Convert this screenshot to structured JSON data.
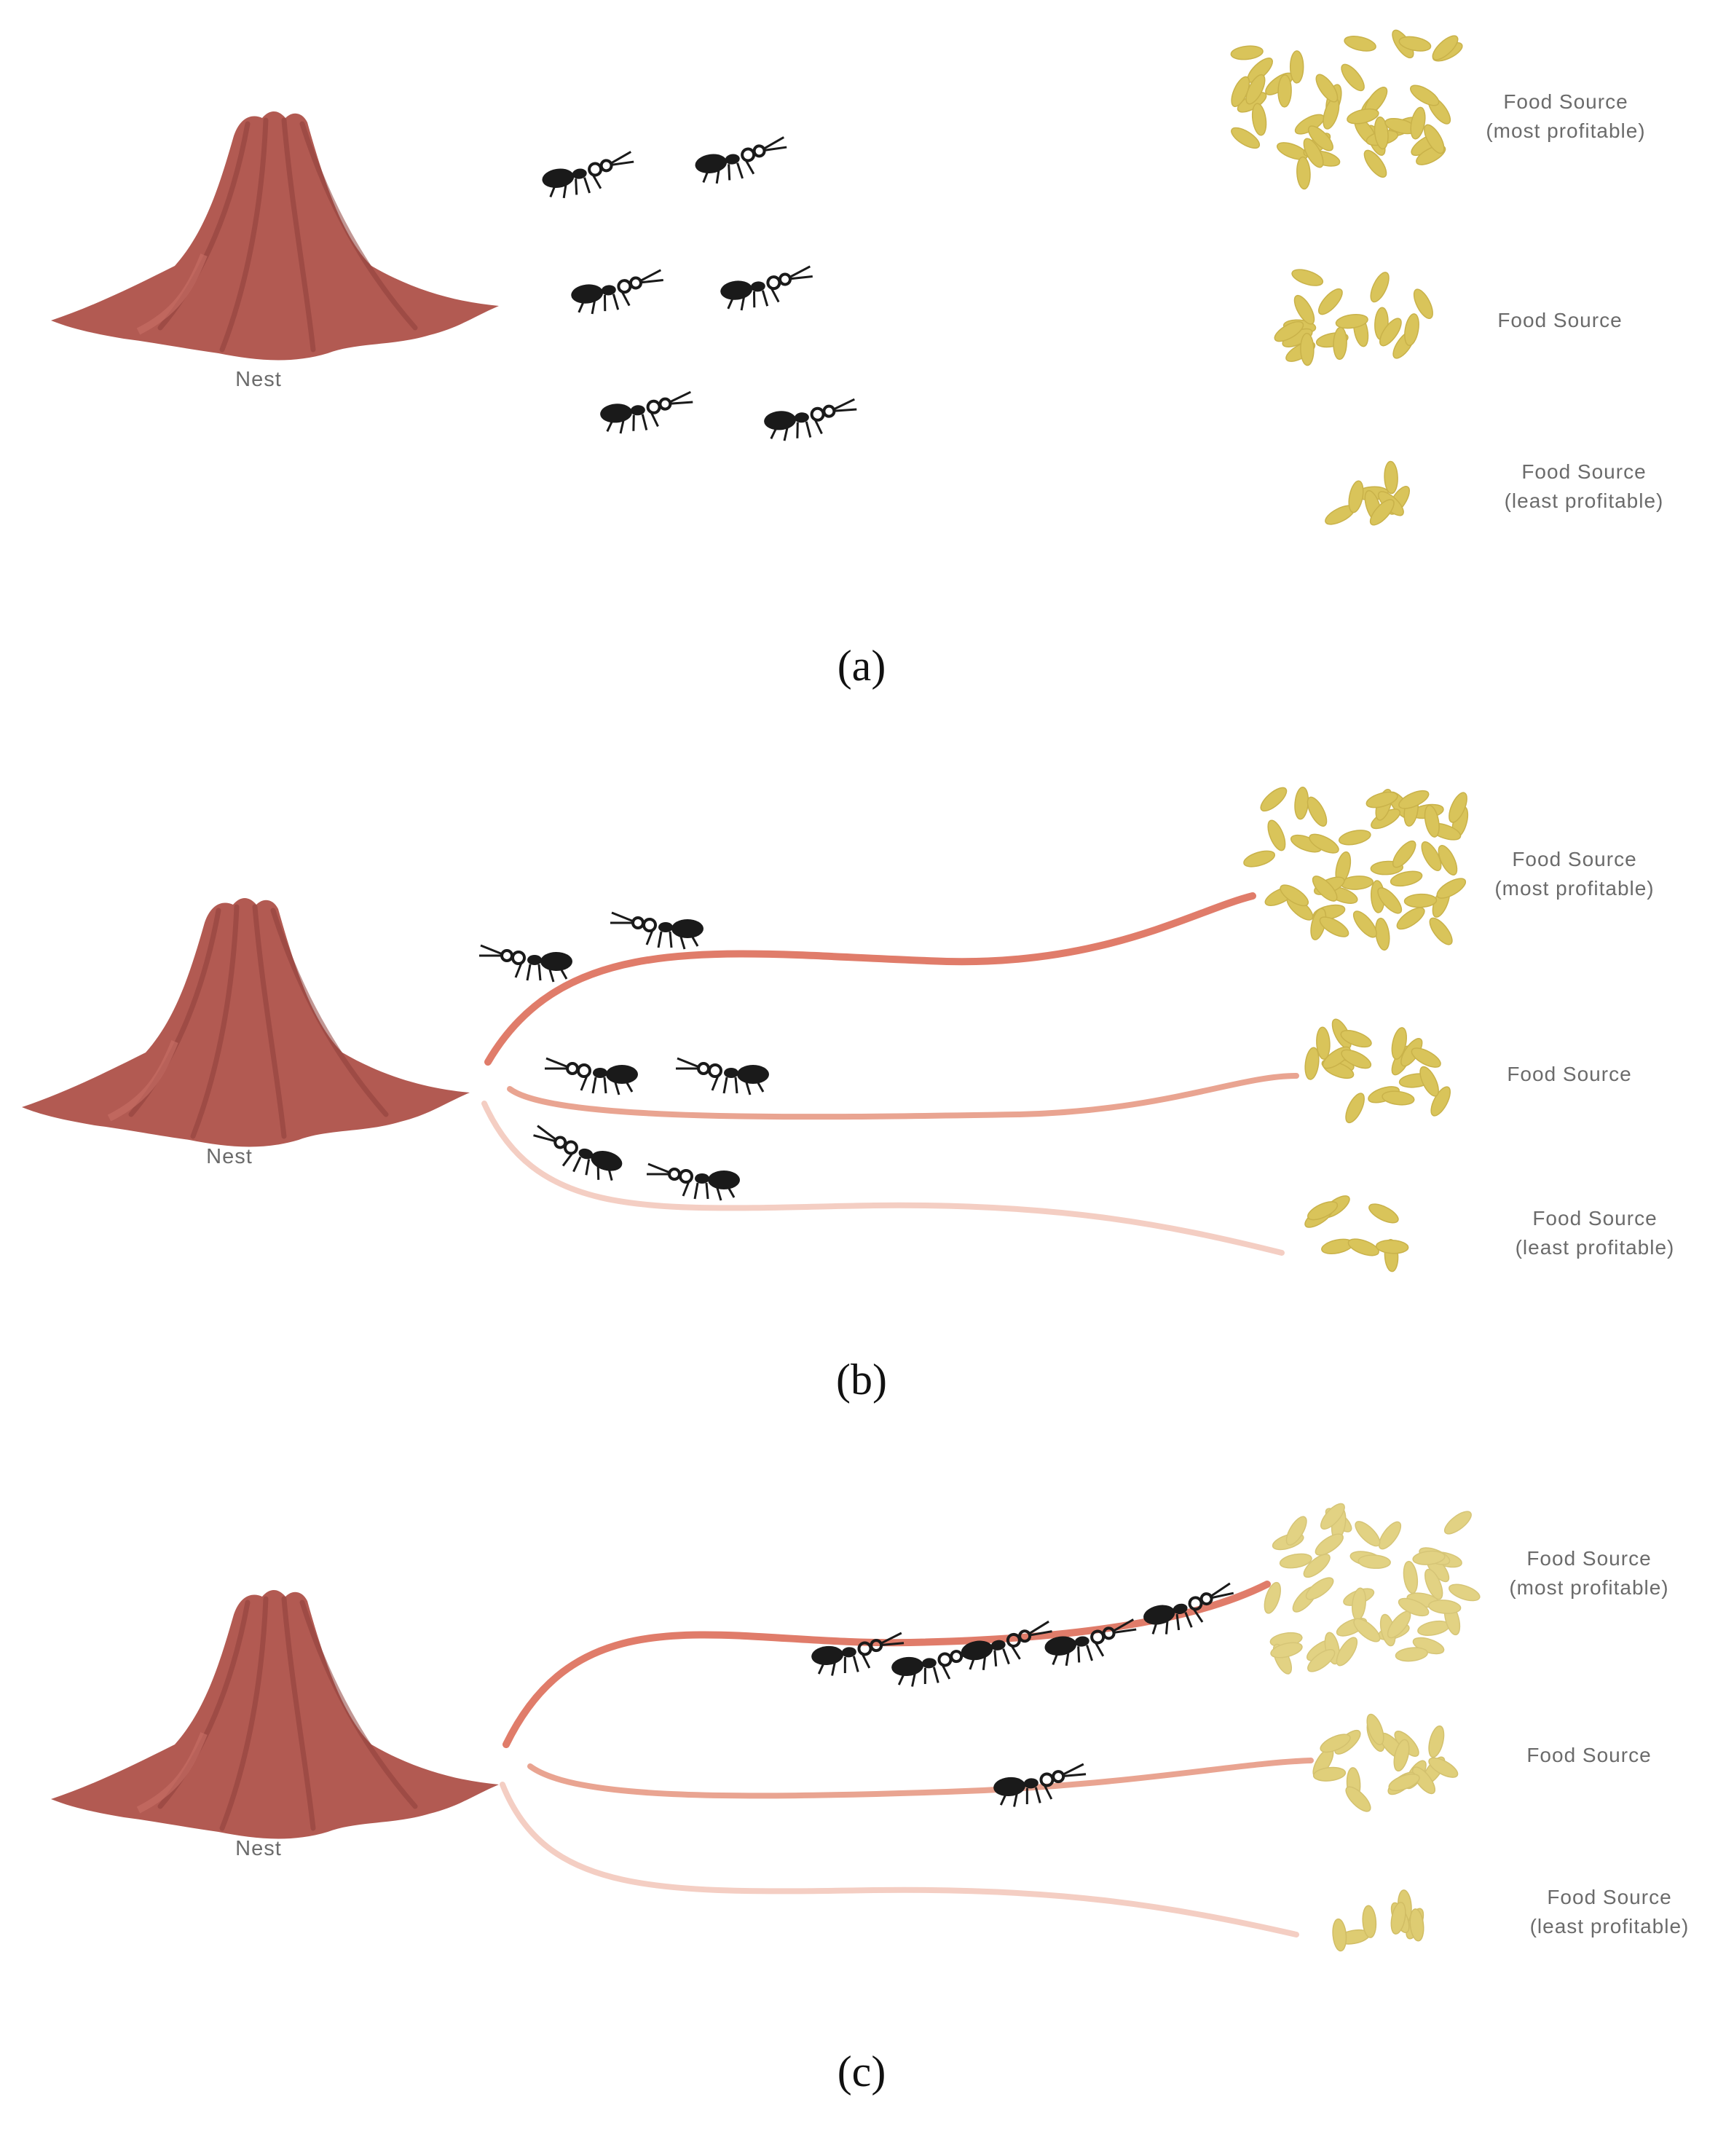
{
  "nest_label": "Nest",
  "food_sources": [
    {
      "name": "Food Source",
      "qualifier": "(most profitable)"
    },
    {
      "name": "Food Source",
      "qualifier": ""
    },
    {
      "name": "Food Source",
      "qualifier": "(least profitable)"
    }
  ],
  "panels": [
    {
      "caption": "(a)"
    },
    {
      "caption": "(b)"
    },
    {
      "caption": "(c)"
    }
  ],
  "colors": {
    "nest": "#b25a52",
    "nest_dark": "#8e3f3a",
    "food": "#d9c45a",
    "trail_strong": "#e07c6a",
    "trail_medium": "#e9a491",
    "trail_weak": "#f4cec3",
    "ant": "#1a1a1a",
    "label": "#6b6b6b"
  }
}
